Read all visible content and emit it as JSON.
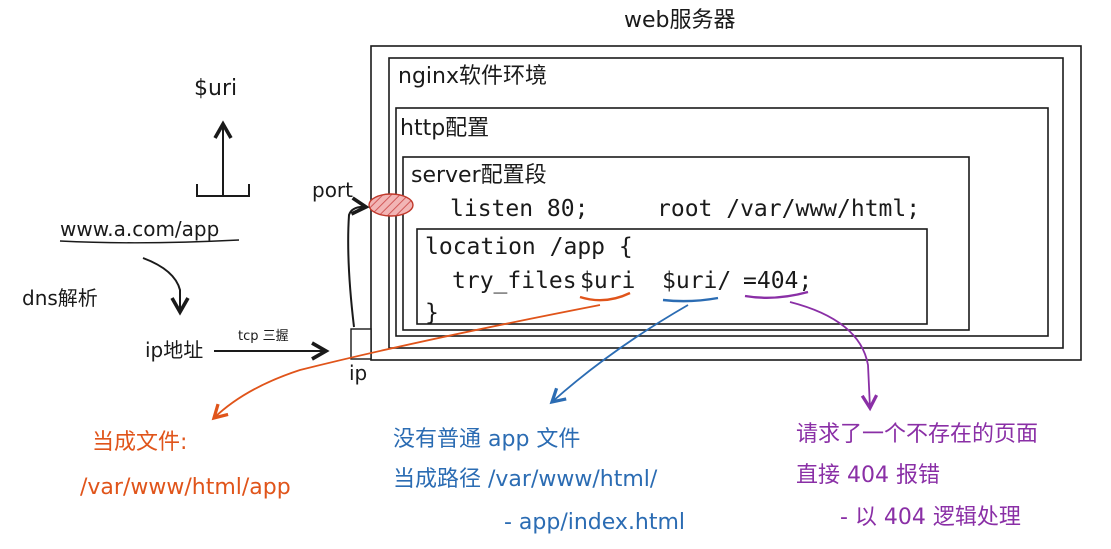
{
  "colors": {
    "ink": "#1a1a1a",
    "orange": "#e0541a",
    "blue": "#2b6cb3",
    "purple": "#8a2fa6",
    "port_fill": "#e58a8a"
  },
  "web_server": {
    "title": "web服务器"
  },
  "nginx": {
    "title": "nginx软件环境"
  },
  "http": {
    "title": "http配置"
  },
  "server": {
    "title": "server配置段",
    "listen": "listen 80;",
    "root": "root /var/www/html;"
  },
  "location": {
    "head": "location /app {",
    "try_files": "try_files",
    "uri": "$uri",
    "uri_dir": "$uri/",
    "code404": "=404;",
    "close": "}"
  },
  "left": {
    "uri": "$uri",
    "url": "www.a.com/app",
    "dns": "dns解析",
    "ip": "ip地址",
    "tcp": "tcp 三握",
    "port": "port",
    "ip_box": "ip"
  },
  "notes": {
    "orange_1": "当成文件:",
    "orange_2": "/var/www/html/app",
    "blue_1": "没有普通 app 文件",
    "blue_2": "当成路径 /var/www/html/",
    "blue_3": "- app/index.html",
    "purple_1": "请求了一个不存在的页面",
    "purple_2": "直接 404 报错",
    "purple_3": "- 以 404 逻辑处理"
  }
}
